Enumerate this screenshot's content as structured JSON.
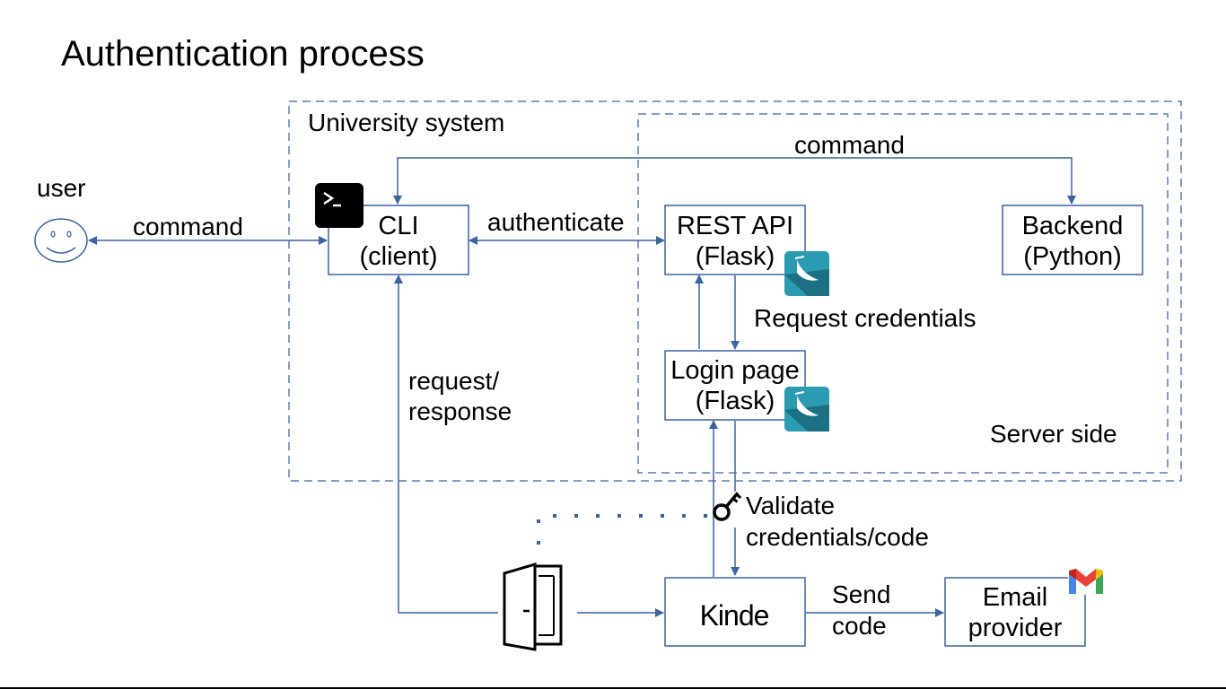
{
  "title": "Authentication process",
  "regions": {
    "university": "University system",
    "server": "Server side"
  },
  "actors": {
    "user": "user"
  },
  "nodes": {
    "cli": {
      "line1": "CLI",
      "line2": "(client)"
    },
    "rest_api": {
      "line1": "REST API",
      "line2": "(Flask)"
    },
    "backend": {
      "line1": "Backend",
      "line2": "(Python)"
    },
    "login_page": {
      "line1": "Login page",
      "line2": "(Flask)"
    },
    "kinde": {
      "label": "Kinde"
    },
    "email": {
      "line1": "Email",
      "line2": "provider"
    }
  },
  "edges": {
    "user_cli": "command",
    "cli_rest": "authenticate",
    "rest_backend": "command",
    "rest_login": "Request credentials",
    "cli_door_line1": "request/",
    "cli_door_line2": "response",
    "validate_line1": "Validate",
    "validate_line2": "credentials/code",
    "send_line1": "Send",
    "send_line2": "code"
  },
  "icons": {
    "terminal": "terminal-icon",
    "flask": "flask-icon",
    "key": "key-icon",
    "door": "door-icon",
    "gmail": "gmail-icon",
    "smiley": "smiley-face-icon"
  },
  "colors": {
    "line": "#3c64a0",
    "dashed_border": "#5a7fb4",
    "flask_teal": "#2a9bb0",
    "gmail_red": "#ea4335"
  }
}
